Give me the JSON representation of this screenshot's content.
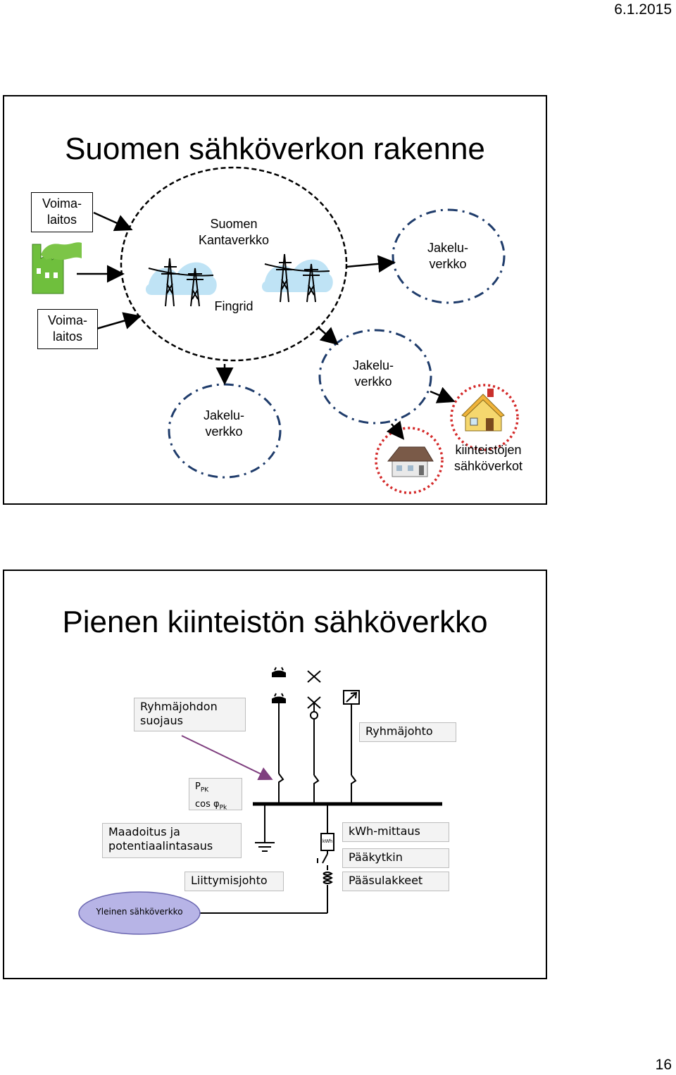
{
  "header": {
    "date": "6.1.2015"
  },
  "footer": {
    "page_number": "16"
  },
  "slide1": {
    "title": "Suomen sähköverkon rakenne",
    "power_plant_top": "Voima-\nlaitos",
    "power_plant_bottom": "Voima-\nlaitos",
    "grid_name": "Suomen\nKantaverkko",
    "grid_operator": "Fingrid",
    "distribution_top_right": "Jakelu-\nverkko",
    "distribution_middle": "Jakelu-\nverkko",
    "distribution_bottom": "Jakelu-\nverkko",
    "property_networks": "kiinteistöjen\nsähköverkot",
    "icons": [
      "factory-icon",
      "pylon-icon",
      "house-icon"
    ]
  },
  "slide2": {
    "title": "Pienen kiinteistön sähköverkko",
    "labels": {
      "group_protection": "Ryhmäjohdon\nsuojaus",
      "group_line": "Ryhmäjohto",
      "power_line1": "P",
      "power_line1_sub": "PK",
      "power_line2": "cos φ",
      "power_line2_sub": "Pk",
      "earthing": "Maadoitus ja\npotentiaalintasaus",
      "kwh_metering": "kWh-mittaus",
      "main_switch": "Pääkytkin",
      "main_fuses": "Pääsulakkeet",
      "service_line": "Liittymisjohto",
      "public_grid": "Yleinen sähköverkko",
      "meter_symbol": "kWh"
    },
    "colors": {
      "public_grid_fill": "#b7b4e6",
      "arrow": "#7f3f7f"
    }
  }
}
